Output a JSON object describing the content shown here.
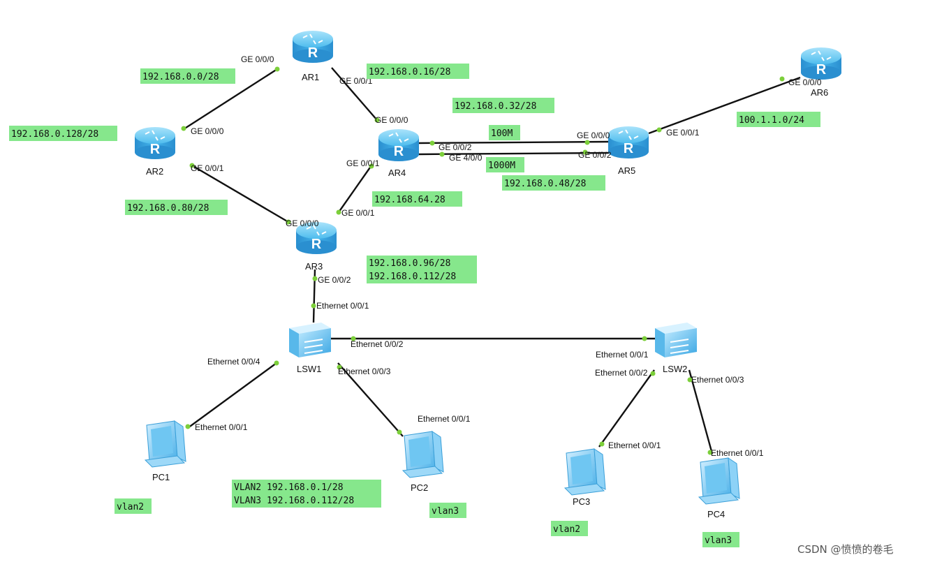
{
  "devices": {
    "ar1": "AR1",
    "ar2": "AR2",
    "ar3": "AR3",
    "ar4": "AR4",
    "ar5": "AR5",
    "ar6": "AR6",
    "lsw1": "LSW1",
    "lsw2": "LSW2",
    "pc1": "PC1",
    "pc2": "PC2",
    "pc3": "PC3",
    "pc4": "PC4"
  },
  "interfaces": {
    "ar1_ge000": "GE 0/0/0",
    "ar1_ge001": "GE 0/0/1",
    "ar2_ge000": "GE 0/0/0",
    "ar2_ge001": "GE 0/0/1",
    "ar3_ge000": "GE 0/0/0",
    "ar3_ge002": "GE 0/0/2",
    "ar4_ge000": "GE 0/0/0",
    "ar4_ge001_left": "GE 0/0/1",
    "ar3_ge001": "GE 0/0/1",
    "ar4_ge002": "GE 0/0/2",
    "ar4_ge400": "GE 4/0/0",
    "ar5_ge000": "GE 0/0/0",
    "ar5_ge002": "GE 0/0/2",
    "ar5_ge001": "GE 0/0/1",
    "ar6_ge000": "GE 0/0/0",
    "lsw1_eth001": "Ethernet 0/0/1",
    "lsw1_eth002": "Ethernet 0/0/2",
    "lsw1_eth003": "Ethernet 0/0/3",
    "lsw1_eth004": "Ethernet 0/0/4",
    "lsw2_eth001": "Ethernet 0/0/1",
    "lsw2_eth002": "Ethernet 0/0/2",
    "lsw2_eth003": "Ethernet 0/0/3",
    "pc1_eth001": "Ethernet 0/0/1",
    "pc2_eth001": "Ethernet 0/0/1",
    "pc3_eth001": "Ethernet 0/0/1",
    "pc4_eth001": "Ethernet 0/0/1"
  },
  "networks": {
    "ar1_ar2": "192.168.0.0/28",
    "ar1_ar4": "192.168.0.16/28",
    "ar2_loop": "192.168.0.128/28",
    "ar4_ar5_a": "192.168.0.32/28",
    "ar4_ar5_b": "192.168.0.48/28",
    "ar5_ar6": "100.1.1.0/24",
    "ar2_ar3": "192.168.0.80/28",
    "ar3_ar4": "192.168.64.28",
    "ar3_lsw1_a": "192.168.0.96/28",
    "ar3_lsw1_b": "192.168.0.112/28",
    "vlanif_a": "VLAN2 192.168.0.1/28",
    "vlanif_b": "VLAN3 192.168.0.112/28"
  },
  "bandwidth": {
    "link_100m": "100M",
    "link_1000m": "1000M"
  },
  "vlans": {
    "pc1": "vlan2",
    "pc2": "vlan3",
    "pc3": "vlan2",
    "pc4": "vlan3"
  },
  "watermark": "CSDN @愤愤的卷毛",
  "colors": {
    "label_bg": "#86e78c",
    "port_dot": "#7ccf3a",
    "router_blue": "#2fa3de",
    "link": "#111111"
  }
}
